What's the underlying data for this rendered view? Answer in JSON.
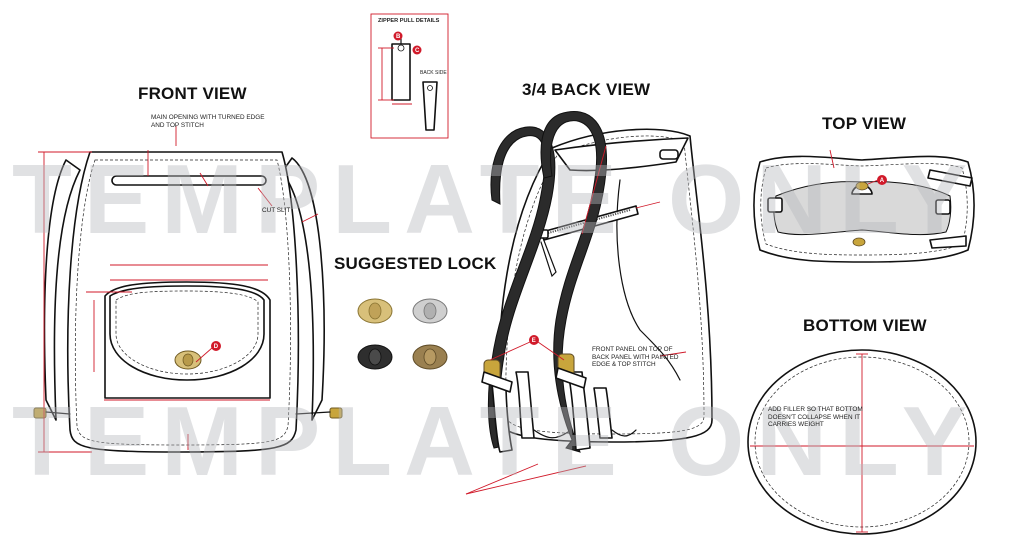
{
  "titles": {
    "front_view": "FRONT VIEW",
    "back_view": "3/4 BACK VIEW",
    "top_view": "TOP VIEW",
    "bottom_view": "BOTTOM VIEW",
    "suggested_lock": "SUGGESTED LOCK",
    "zipper_pull": "ZIPPER PULL DETAILS"
  },
  "notes": {
    "main_opening": "MAIN OPENING WITH TURNED EDGE AND TOP STITCH",
    "cut_slit": "CUT SLIT",
    "back_side": "BACK SIDE",
    "front_panel": "FRONT PANEL ON TOP OF BACK PANEL WITH PAINTED EDGE & TOP STITCH",
    "add_filler": "ADD FILLER SO THAT BOTTOM DOESN'T COLLAPSE WHEN IT CARRIES WEIGHT"
  },
  "markers": {
    "a": "A",
    "b": "B",
    "c": "C",
    "d": "D",
    "e": "E"
  },
  "watermark": {
    "line1": "TEMPLATE ONLY",
    "line2": "TEMPLATE ONLY"
  },
  "locks": [
    {
      "name": "gold-lock",
      "color": "#d8c07a"
    },
    {
      "name": "silver-lock",
      "color": "#bfbfbf"
    },
    {
      "name": "black-lock",
      "color": "#2e2e2e"
    },
    {
      "name": "bronze-lock",
      "color": "#9a8050"
    }
  ],
  "colors": {
    "dimension_line": "#d11a2a",
    "outline": "#111111",
    "watermark": "#b7b9bd"
  }
}
